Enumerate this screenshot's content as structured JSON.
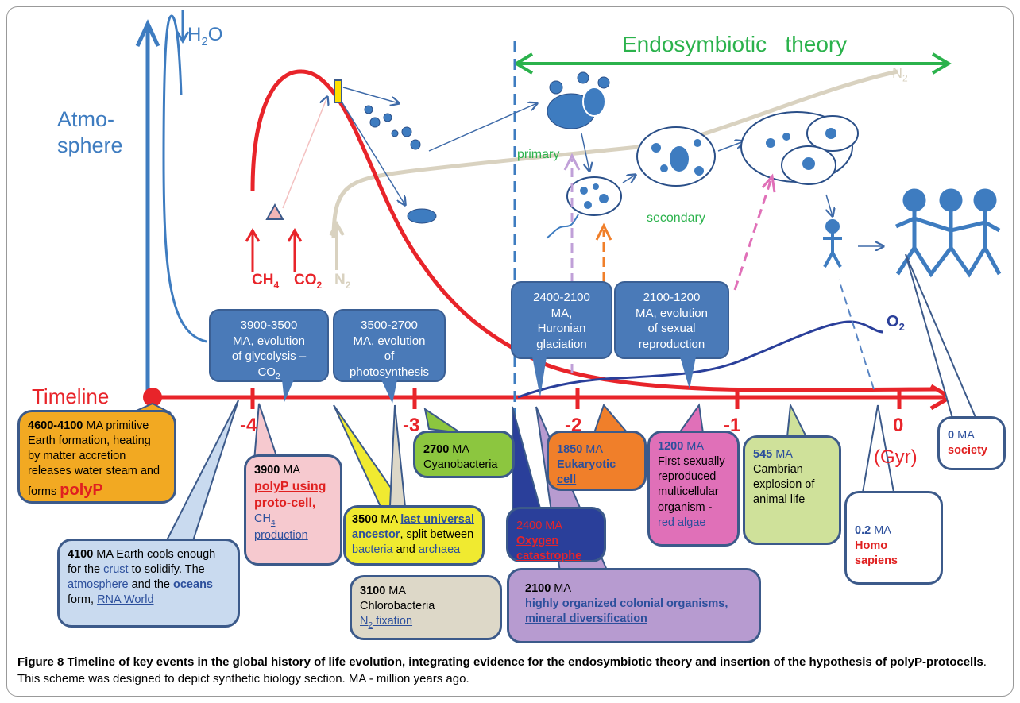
{
  "atmosphere_label_line1": "Atmo-",
  "atmosphere_label_line2": "sphere",
  "h2o_label": "H",
  "h2o_sub": "2",
  "h2o_tail": "O",
  "timeline_label": "Timeline",
  "endosymbiotic_label": "Endosymbiotic   theory",
  "n2_top_label": "N",
  "n2_top_sub": "2",
  "primary_label": "primary",
  "secondary_label": "secondary",
  "gases": {
    "ch4": "CH",
    "ch4_sub": "4",
    "co2": "CO",
    "co2_sub": "2",
    "n2": "N",
    "n2_sub": "2"
  },
  "o2_label": "O",
  "o2_sub": "2",
  "ticks": [
    "-4",
    "-3",
    "-2",
    "-1",
    "0"
  ],
  "gyr_label": "(Gyr)",
  "callouts": {
    "c1_l1": "3900-3500",
    "c1_l2": "MA, evolution",
    "c1_l3": "of glycolysis –",
    "c1_l4": "CO",
    "c1_l4_sub": "2",
    "c2_l1": "3500-2700",
    "c2_l2": "MA, evolution",
    "c2_l3": "of",
    "c2_l4": "photosynthesis",
    "c3_l1": "2400-2100",
    "c3_l2": "MA,",
    "c3_l3": "Huronian",
    "c3_l4": "glaciation",
    "c4_l1": "2100-1200",
    "c4_l2": "MA, evolution",
    "c4_l3": "of sexual",
    "c4_l4": "reproduction"
  },
  "boxes": {
    "b4600": {
      "year": "4600-4100",
      "t1": " MA primitive Earth formation, heating by matter accretion releases water steam and forms ",
      "polyp": "polyP"
    },
    "b4100": {
      "year": "4100",
      "t1": " MA Earth cools enough for the ",
      "crust": "crust",
      "t2": " to solidify. The ",
      "atmosphere": "atmosphere",
      "t3": " and the ",
      "oceans": "oceans",
      "t4": " form, ",
      "rna": "RNA World"
    },
    "b3900": {
      "year": "3900",
      "t1": " MA ",
      "polyp": "polyP using proto-cell,",
      "ch4": "CH",
      "ch4_sub": "4",
      "prod": " production"
    },
    "b3500": {
      "year": "3500",
      "t1": " MA ",
      "lua": "last universal ancestor",
      "t2": ", split between ",
      "bact": "bacteria",
      "t3": " and ",
      "arch": "archaea"
    },
    "b3100": {
      "year": "3100",
      "t1": " MA",
      "t2": "Chlorobacteria",
      "n2": "N",
      "n2_sub": "2",
      "fix": " fixation"
    },
    "b2700": {
      "year": "2700",
      "t1": " MA",
      "t2": "Cyanobacteria"
    },
    "b2400": {
      "year": "2400",
      "t1": " MA",
      "oxy": "Oxygen catastrophe"
    },
    "b2100": {
      "year": "2100",
      "t1": " MA",
      "org": "highly organized colonial organisms, mineral diversification"
    },
    "b1850": {
      "year": "1850",
      "t1": " MA",
      "euk": "Eukaryotic cell"
    },
    "b1200": {
      "year": "1200",
      "t1": " MA",
      "t2": "First sexually reproduced multicellular organism - ",
      "alg": "red algae"
    },
    "b545": {
      "year": "545",
      "t1": " MA",
      "t2": "Cambrian explosion of animal life"
    },
    "b02": {
      "year": "0.2",
      "t1": " MA",
      "hs": "Homo sapiens"
    },
    "b0": {
      "year": "0",
      "t1": " MA",
      "soc": "society"
    }
  },
  "caption": {
    "bold": "Figure 8 Timeline of key events in the global history of life evolution, integrating evidence for the endosymbiotic theory and insertion of the hypothesis of polyP-protocells",
    "rest": ". This scheme was designed to depict synthetic biology section. MA - million years ago."
  },
  "colors": {
    "timeline_red": "#e8242a",
    "atmo_blue": "#3e7cc0",
    "endo_green": "#2bb24c",
    "n2_beige": "#d9d2c0",
    "callout_blue": "#4a7ab8",
    "o2_navy": "#2a3f9a"
  }
}
